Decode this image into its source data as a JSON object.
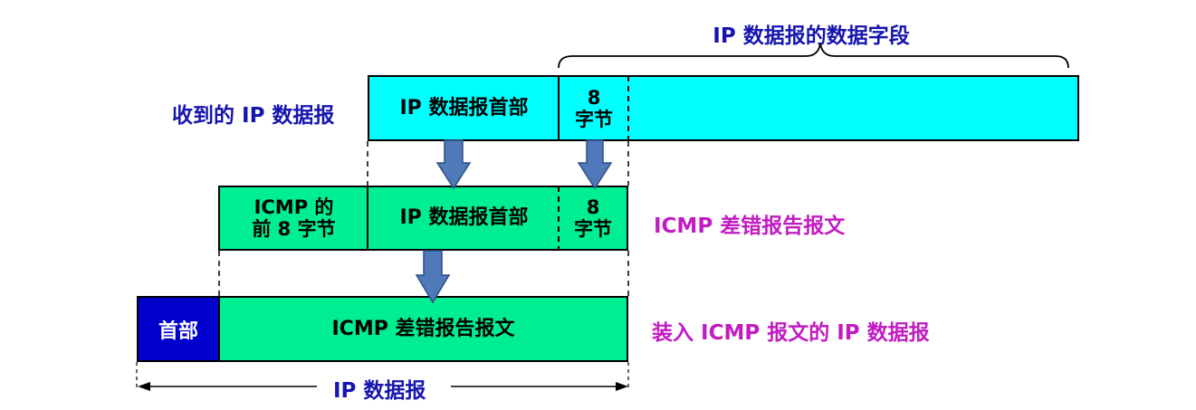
{
  "top_brace_label": "IP 数据报的数据字段",
  "rows": {
    "received": {
      "label": "收到的 IP 数据报",
      "header_cell": "IP 数据报首部",
      "eight_bytes_line1": "8",
      "eight_bytes_line2": "字节"
    },
    "icmp": {
      "label": "ICMP 差错报告报文",
      "first_cell_line1": "ICMP 的",
      "first_cell_line2": "前 8 字节",
      "header_cell": "IP 数据报首部",
      "eight_bytes_line1": "8",
      "eight_bytes_line2": "字节"
    },
    "encapsulated": {
      "label": "装入 ICMP 报文的 IP 数据报",
      "header_cell": "首部",
      "body_cell": "ICMP 差错报告报文"
    }
  },
  "bottom_span_label": "IP 数据报",
  "colors": {
    "cyan": "#00ffff",
    "green": "#00ee92",
    "navy": "#0000cc",
    "arrow": "#4f79b9",
    "blue_text": "#1515b0",
    "magenta_text": "#c21bc2"
  }
}
